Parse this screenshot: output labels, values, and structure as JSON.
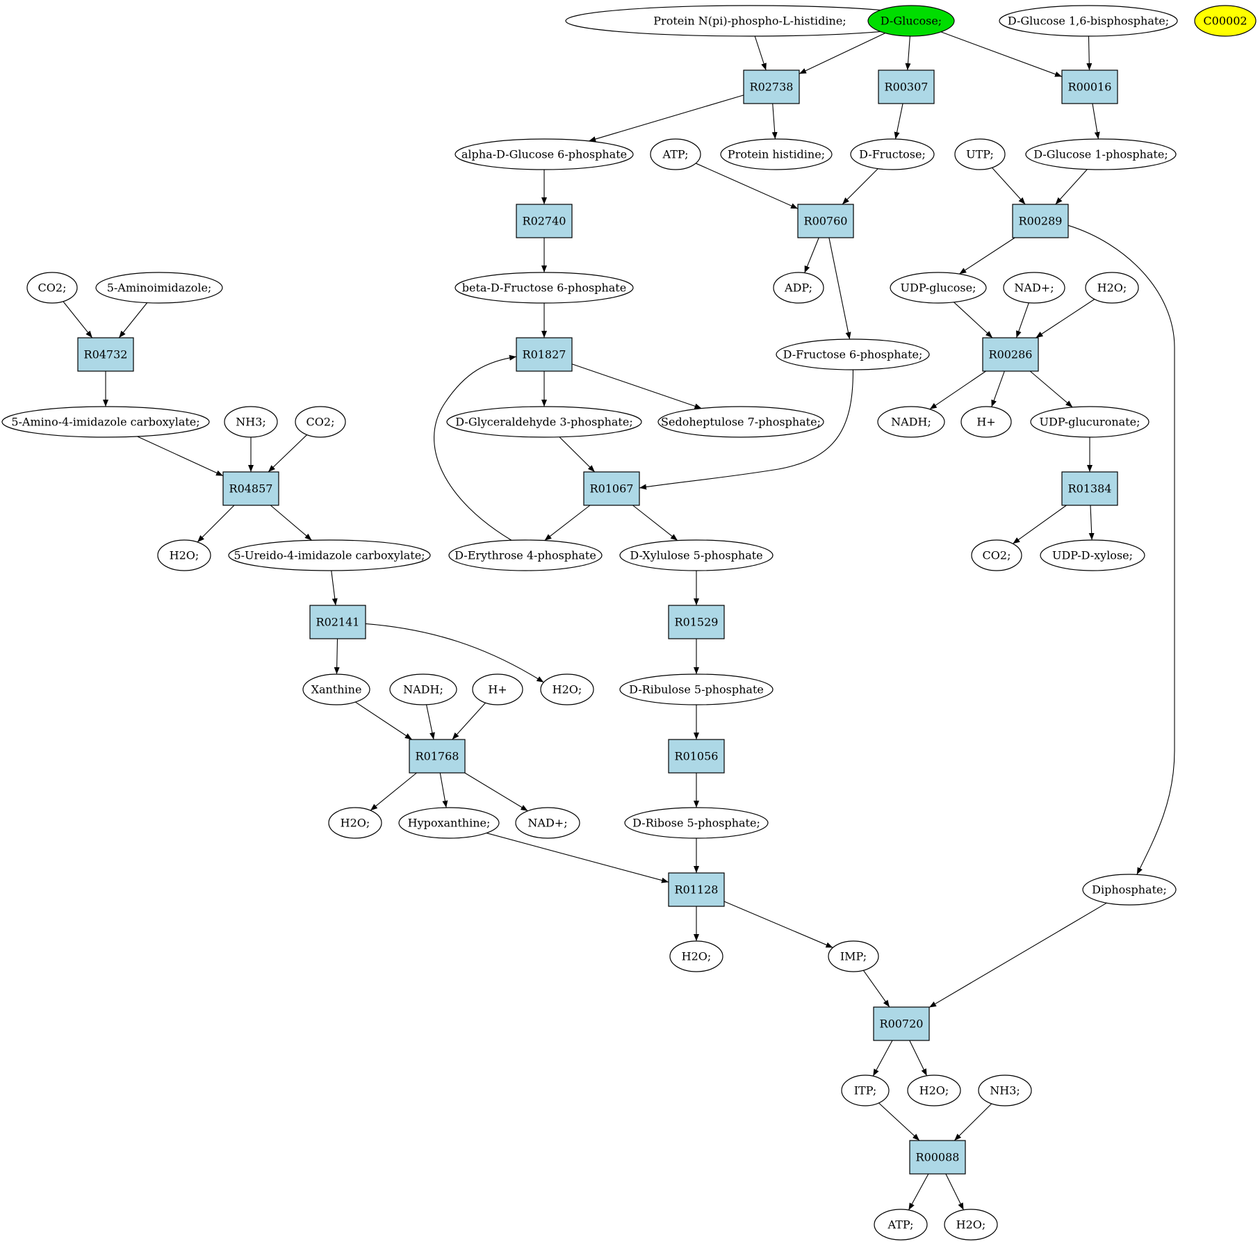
{
  "colors": {
    "reaction_fill": "#add8e6",
    "compound_fill": "#ffffff",
    "source_fill": "#00dd00",
    "highlight_fill": "#ffff00",
    "stroke": "#000000"
  },
  "nodes": [
    {
      "id": "n1",
      "label": "Protein N(pi)-phospho-L-histidine;",
      "kind": "compound"
    },
    {
      "id": "n2",
      "label": "D-Glucose;",
      "kind": "source"
    },
    {
      "id": "n3",
      "label": "D-Glucose 1,6-bisphosphate;",
      "kind": "compound"
    },
    {
      "id": "n4",
      "label": "C00002",
      "kind": "highlight"
    },
    {
      "id": "r1",
      "label": "R02738",
      "kind": "reaction"
    },
    {
      "id": "r2",
      "label": "R00307",
      "kind": "reaction"
    },
    {
      "id": "r3",
      "label": "R00016",
      "kind": "reaction"
    },
    {
      "id": "n5",
      "label": "alpha-D-Glucose 6-phosphate",
      "kind": "compound"
    },
    {
      "id": "n6",
      "label": "ATP;",
      "kind": "compound"
    },
    {
      "id": "n7",
      "label": "Protein histidine;",
      "kind": "compound"
    },
    {
      "id": "n8",
      "label": "D-Fructose;",
      "kind": "compound"
    },
    {
      "id": "n9",
      "label": "UTP;",
      "kind": "compound"
    },
    {
      "id": "n10",
      "label": "D-Glucose 1-phosphate;",
      "kind": "compound"
    },
    {
      "id": "r4",
      "label": "R02740",
      "kind": "reaction"
    },
    {
      "id": "r5",
      "label": "R00760",
      "kind": "reaction"
    },
    {
      "id": "r6",
      "label": "R00289",
      "kind": "reaction"
    },
    {
      "id": "n11",
      "label": "CO2;",
      "kind": "compound"
    },
    {
      "id": "n12",
      "label": "5-Aminoimidazole;",
      "kind": "compound"
    },
    {
      "id": "n13",
      "label": "beta-D-Fructose 6-phosphate",
      "kind": "compound"
    },
    {
      "id": "n14",
      "label": "ADP;",
      "kind": "compound"
    },
    {
      "id": "n15",
      "label": "UDP-glucose;",
      "kind": "compound"
    },
    {
      "id": "n16",
      "label": "NAD+;",
      "kind": "compound"
    },
    {
      "id": "n17",
      "label": "H2O;",
      "kind": "compound"
    },
    {
      "id": "r7",
      "label": "R04732",
      "kind": "reaction"
    },
    {
      "id": "r8",
      "label": "R01827",
      "kind": "reaction"
    },
    {
      "id": "n18",
      "label": "D-Fructose 6-phosphate;",
      "kind": "compound"
    },
    {
      "id": "r9",
      "label": "R00286",
      "kind": "reaction"
    },
    {
      "id": "n19",
      "label": "5-Amino-4-imidazole carboxylate;",
      "kind": "compound"
    },
    {
      "id": "n20",
      "label": "NH3;",
      "kind": "compound"
    },
    {
      "id": "n21",
      "label": "CO2;",
      "kind": "compound"
    },
    {
      "id": "n22",
      "label": "D-Glyceraldehyde 3-phosphate;",
      "kind": "compound"
    },
    {
      "id": "n23",
      "label": "Sedoheptulose 7-phosphate;",
      "kind": "compound"
    },
    {
      "id": "n24",
      "label": "NADH;",
      "kind": "compound"
    },
    {
      "id": "n25",
      "label": "H+",
      "kind": "compound"
    },
    {
      "id": "n26",
      "label": "UDP-glucuronate;",
      "kind": "compound"
    },
    {
      "id": "r10",
      "label": "R04857",
      "kind": "reaction"
    },
    {
      "id": "r11",
      "label": "R01067",
      "kind": "reaction"
    },
    {
      "id": "r12",
      "label": "R01384",
      "kind": "reaction"
    },
    {
      "id": "n27",
      "label": "H2O;",
      "kind": "compound"
    },
    {
      "id": "n28",
      "label": "5-Ureido-4-imidazole carboxylate;",
      "kind": "compound"
    },
    {
      "id": "n29",
      "label": "D-Erythrose 4-phosphate",
      "kind": "compound"
    },
    {
      "id": "n30",
      "label": "D-Xylulose 5-phosphate",
      "kind": "compound"
    },
    {
      "id": "n31",
      "label": "CO2;",
      "kind": "compound"
    },
    {
      "id": "n32",
      "label": "UDP-D-xylose;",
      "kind": "compound"
    },
    {
      "id": "r13",
      "label": "R02141",
      "kind": "reaction"
    },
    {
      "id": "r14",
      "label": "R01529",
      "kind": "reaction"
    },
    {
      "id": "n33",
      "label": "Xanthine",
      "kind": "compound"
    },
    {
      "id": "n34",
      "label": "NADH;",
      "kind": "compound"
    },
    {
      "id": "n35",
      "label": "H+",
      "kind": "compound"
    },
    {
      "id": "n36",
      "label": "H2O;",
      "kind": "compound"
    },
    {
      "id": "n37",
      "label": "D-Ribulose 5-phosphate",
      "kind": "compound"
    },
    {
      "id": "r15",
      "label": "R01768",
      "kind": "reaction"
    },
    {
      "id": "r16",
      "label": "R01056",
      "kind": "reaction"
    },
    {
      "id": "n38",
      "label": "H2O;",
      "kind": "compound"
    },
    {
      "id": "n39",
      "label": "Hypoxanthine;",
      "kind": "compound"
    },
    {
      "id": "n40",
      "label": "NAD+;",
      "kind": "compound"
    },
    {
      "id": "n41",
      "label": "D-Ribose 5-phosphate;",
      "kind": "compound"
    },
    {
      "id": "r17",
      "label": "R01128",
      "kind": "reaction"
    },
    {
      "id": "n42",
      "label": "Diphosphate;",
      "kind": "compound"
    },
    {
      "id": "n43",
      "label": "H2O;",
      "kind": "compound"
    },
    {
      "id": "n44",
      "label": "IMP;",
      "kind": "compound"
    },
    {
      "id": "r18",
      "label": "R00720",
      "kind": "reaction"
    },
    {
      "id": "n45",
      "label": "ITP;",
      "kind": "compound"
    },
    {
      "id": "n46",
      "label": "H2O;",
      "kind": "compound"
    },
    {
      "id": "n47",
      "label": "NH3;",
      "kind": "compound"
    },
    {
      "id": "r19",
      "label": "R00088",
      "kind": "reaction"
    },
    {
      "id": "n48",
      "label": "ATP;",
      "kind": "compound"
    },
    {
      "id": "n49",
      "label": "H2O;",
      "kind": "compound"
    }
  ],
  "edges": [
    [
      "n1",
      "r1"
    ],
    [
      "n2",
      "r1"
    ],
    [
      "n2",
      "r2"
    ],
    [
      "n2",
      "r3"
    ],
    [
      "n3",
      "r3"
    ],
    [
      "r1",
      "n5"
    ],
    [
      "r1",
      "n7"
    ],
    [
      "r2",
      "n8"
    ],
    [
      "r3",
      "n10"
    ],
    [
      "n5",
      "r4"
    ],
    [
      "n6",
      "r5"
    ],
    [
      "n8",
      "r5"
    ],
    [
      "n9",
      "r6"
    ],
    [
      "n10",
      "r6"
    ],
    [
      "r4",
      "n13"
    ],
    [
      "r5",
      "n14"
    ],
    [
      "r5",
      "n18"
    ],
    [
      "r6",
      "n15"
    ],
    [
      "r6",
      "n42"
    ],
    [
      "n11",
      "r7"
    ],
    [
      "n12",
      "r7"
    ],
    [
      "r7",
      "n19"
    ],
    [
      "n13",
      "r8"
    ],
    [
      "n29",
      "r8"
    ],
    [
      "r8",
      "n22"
    ],
    [
      "r8",
      "n23"
    ],
    [
      "n15",
      "r9"
    ],
    [
      "n16",
      "r9"
    ],
    [
      "n17",
      "r9"
    ],
    [
      "r9",
      "n24"
    ],
    [
      "r9",
      "n25"
    ],
    [
      "r9",
      "n26"
    ],
    [
      "n19",
      "r10"
    ],
    [
      "n20",
      "r10"
    ],
    [
      "n21",
      "r10"
    ],
    [
      "r10",
      "n27"
    ],
    [
      "r10",
      "n28"
    ],
    [
      "n22",
      "r11"
    ],
    [
      "n18",
      "r11"
    ],
    [
      "r11",
      "n29"
    ],
    [
      "r11",
      "n30"
    ],
    [
      "n26",
      "r12"
    ],
    [
      "r12",
      "n31"
    ],
    [
      "r12",
      "n32"
    ],
    [
      "n28",
      "r13"
    ],
    [
      "r13",
      "n33"
    ],
    [
      "r13",
      "n36"
    ],
    [
      "n30",
      "r14"
    ],
    [
      "r14",
      "n37"
    ],
    [
      "n33",
      "r15"
    ],
    [
      "n34",
      "r15"
    ],
    [
      "n35",
      "r15"
    ],
    [
      "r15",
      "n38"
    ],
    [
      "r15",
      "n39"
    ],
    [
      "r15",
      "n40"
    ],
    [
      "n37",
      "r16"
    ],
    [
      "r16",
      "n41"
    ],
    [
      "n41",
      "r17"
    ],
    [
      "n39",
      "r17"
    ],
    [
      "r17",
      "n43"
    ],
    [
      "r17",
      "n44"
    ],
    [
      "n44",
      "r18"
    ],
    [
      "n42",
      "r18"
    ],
    [
      "r18",
      "n45"
    ],
    [
      "r18",
      "n46"
    ],
    [
      "n45",
      "r19"
    ],
    [
      "n47",
      "r19"
    ],
    [
      "r19",
      "n48"
    ],
    [
      "r19",
      "n49"
    ]
  ]
}
